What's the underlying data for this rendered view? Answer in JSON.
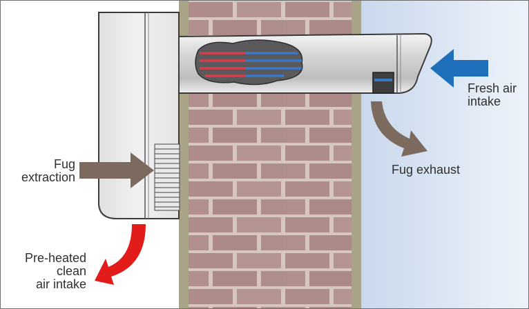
{
  "labels": {
    "fresh_air_intake": [
      "Fresh air",
      "intake"
    ],
    "fug_exhaust": "Fug exhaust",
    "fug_extraction": [
      "Fug",
      "extraction"
    ],
    "preheated_intake": [
      "Pre-heated",
      "clean",
      "air intake"
    ]
  },
  "colors": {
    "outdoor_sky": "#dbe6f3",
    "brick": "#ad8c8a",
    "mortar": "#d7c5bf",
    "wall_frame": "#a9a387",
    "fresh_air_arrow": "#1f6fbd",
    "fug_arrow": "#7d6a5e",
    "preheated_arrow": "#e21b1b"
  }
}
